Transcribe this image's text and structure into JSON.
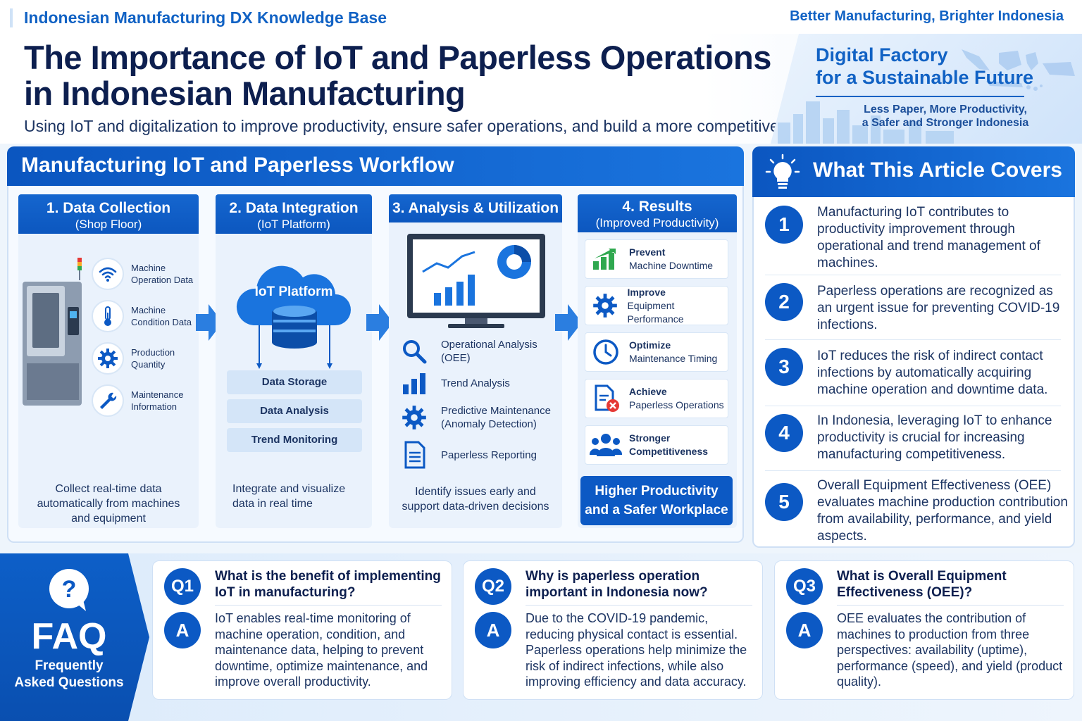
{
  "topbar": {
    "knowledge_base": "Indonesian Manufacturing DX Knowledge Base",
    "slogan": "Better Manufacturing, Brighter Indonesia"
  },
  "header": {
    "title_line1": "The Importance of IoT and Paperless Operations",
    "title_line2": "in Indonesian Manufacturing",
    "subtitle": "Using IoT and digitalization to improve productivity, ensure safer operations, and build a more competitive factory",
    "promo_title_line1": "Digital Factory",
    "promo_title_line2": "for a Sustainable Future",
    "promo_sub_line1": "Less Paper, More Productivity,",
    "promo_sub_line2": "a Safer and Stronger Indonesia"
  },
  "workflow": {
    "title": "Manufacturing IoT and Paperless Workflow",
    "collection": {
      "title": "1. Data Collection",
      "subtitle": "(Shop Floor)",
      "items": [
        {
          "l1": "Machine",
          "l2": "Operation Data",
          "icon": "wifi-icon"
        },
        {
          "l1": "Machine",
          "l2": "Condition Data",
          "icon": "thermometer-icon"
        },
        {
          "l1": "Production",
          "l2": "Quantity",
          "icon": "gear-icon"
        },
        {
          "l1": "Maintenance",
          "l2": "Information",
          "icon": "wrench-icon"
        }
      ],
      "desc_l1": "Collect real-time data",
      "desc_l2": "automatically from machines",
      "desc_l3": "and equipment"
    },
    "integration": {
      "title": "2. Data Integration",
      "subtitle": "(IoT Platform)",
      "cloud_label": "IoT Platform",
      "pills": [
        "Data Storage",
        "Data Analysis",
        "Trend Monitoring"
      ],
      "desc_l1": "Integrate and visualize",
      "desc_l2": "data in real time"
    },
    "analysis": {
      "title": "3. Analysis & Utilization",
      "items": [
        {
          "l1": "Operational Analysis",
          "l2": "(OEE)",
          "icon": "magnifier-icon"
        },
        {
          "l1": "Trend Analysis",
          "l2": "",
          "icon": "bar-chart-icon"
        },
        {
          "l1": "Predictive Maintenance",
          "l2": "(Anomaly Detection)",
          "icon": "gear-icon"
        },
        {
          "l1": "Paperless Reporting",
          "l2": "",
          "icon": "document-icon"
        }
      ],
      "desc_l1": "Identify issues early and",
      "desc_l2": "support data-driven decisions"
    },
    "results": {
      "title": "4. Results",
      "subtitle": "(Improved Productivity)",
      "items": [
        {
          "l1": "Prevent",
          "l2": "Machine Downtime",
          "icon": "growth-bars-icon"
        },
        {
          "l1": "Improve",
          "l2": "Equipment Performance",
          "icon": "gear-icon"
        },
        {
          "l1": "Optimize",
          "l2": "Maintenance Timing",
          "icon": "clock-icon"
        },
        {
          "l1": "Achieve",
          "l2": "Paperless Operations",
          "icon": "no-paper-icon"
        },
        {
          "l1": "Stronger",
          "l2": "Competitiveness",
          "icon": "team-icon"
        }
      ],
      "final_l1": "Higher Productivity",
      "final_l2": "and a Safer Workplace"
    }
  },
  "covers": {
    "title": "What This Article Covers",
    "items": [
      {
        "num": "1",
        "text": "Manufacturing IoT contributes to productivity improvement through operational and trend management of machines."
      },
      {
        "num": "2",
        "text": "Paperless operations are recognized as an urgent issue for preventing COVID-19 infections."
      },
      {
        "num": "3",
        "text": "IoT reduces the risk of indirect contact infections by automatically acquiring machine operation and downtime data."
      },
      {
        "num": "4",
        "text": "In Indonesia, leveraging IoT to enhance productivity is crucial for increasing manufacturing competitiveness."
      },
      {
        "num": "5",
        "text": "Overall Equipment Effectiveness (OEE) evaluates machine production contribution from availability, performance, and yield aspects."
      }
    ]
  },
  "faq": {
    "label": "FAQ",
    "label_l1": "Frequently",
    "label_l2": "Asked Questions",
    "items": [
      {
        "q": "Q1",
        "question": "What is the benefit of implementing IoT in manufacturing?",
        "a": "A",
        "answer": "IoT enables real-time monitoring of machine operation, condition, and maintenance data, helping to prevent downtime, optimize maintenance, and improve overall productivity."
      },
      {
        "q": "Q2",
        "question": "Why is paperless operation important in Indonesia now?",
        "a": "A",
        "answer": "Due to the COVID-19 pandemic, reducing physical contact is essential. Paperless operations help minimize the risk of indirect infections, while also improving efficiency and data accuracy."
      },
      {
        "q": "Q3",
        "question": "What is Overall Equipment Effectiveness (OEE)?",
        "a": "A",
        "answer": "OEE evaluates the contribution of machines to production from three perspectives: availability (uptime), performance (speed), and yield (product quality)."
      }
    ]
  },
  "colors": {
    "primary": "#0c59c4",
    "dark_text": "#0d1f4f",
    "body_text": "#1c3462",
    "accent_green": "#2fa84f",
    "accent_red": "#e53935"
  }
}
